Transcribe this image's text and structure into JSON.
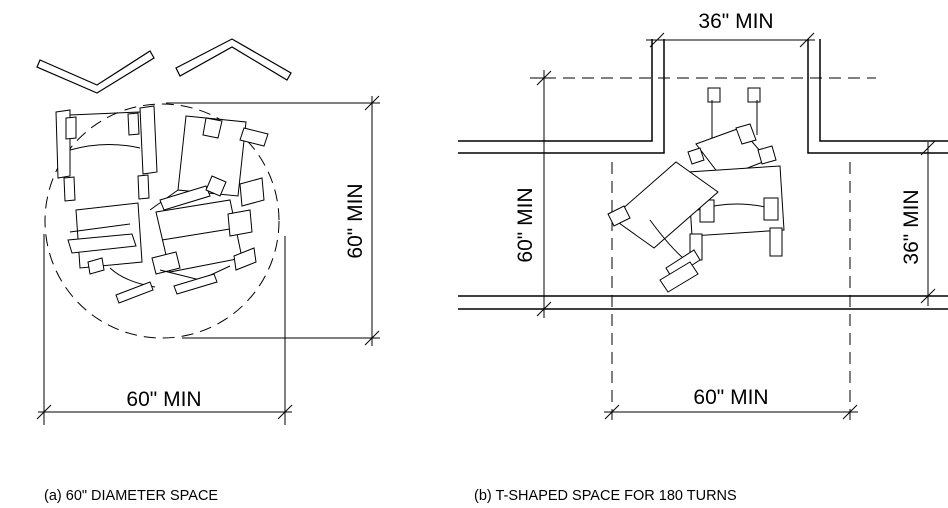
{
  "diagram_a": {
    "dim_width": "60\" MIN",
    "dim_height": "60\" MIN",
    "caption": "(a) 60\" DIAMETER SPACE"
  },
  "diagram_b": {
    "dim_top": "36\" MIN",
    "dim_left": "60\" MIN",
    "dim_right": "36\" MIN",
    "dim_bottom": "60\" MIN",
    "caption": "(b) T-SHAPED SPACE FOR 180 TURNS"
  }
}
